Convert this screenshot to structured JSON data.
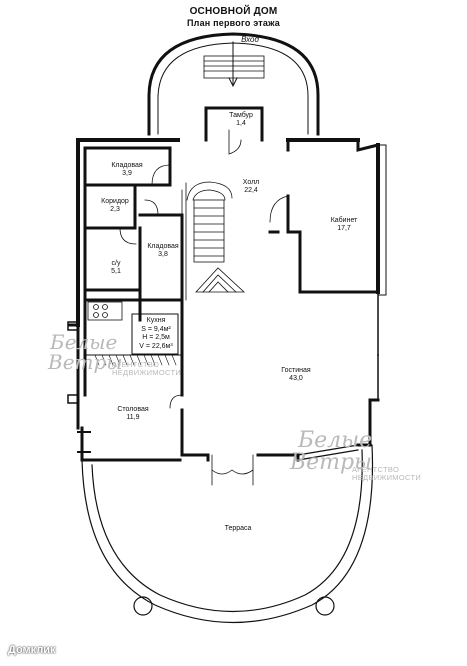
{
  "header": {
    "title": "ОСНОВНОЙ ДОМ",
    "subtitle": "План первого этажа"
  },
  "entrance_label": "Вход",
  "rooms": [
    {
      "id": "tambur",
      "name": "Тамбур",
      "area": "1,4"
    },
    {
      "id": "kladovaya1",
      "name": "Кладовая",
      "area": "3,9"
    },
    {
      "id": "holl",
      "name": "Холл",
      "area": "22,4"
    },
    {
      "id": "koridor",
      "name": "Коридор",
      "area": "2,3"
    },
    {
      "id": "kabinet",
      "name": "Кабинет",
      "area": "17,7"
    },
    {
      "id": "su",
      "name": "с/у",
      "area": "5,1"
    },
    {
      "id": "kladovaya2",
      "name": "Кладовая",
      "area": "3,8"
    },
    {
      "id": "gostinaya",
      "name": "Гостиная",
      "area": "43,0"
    },
    {
      "id": "stolovaya",
      "name": "Столовая",
      "area": "11,9"
    },
    {
      "id": "terrasa",
      "name": "Терраса",
      "area": ""
    }
  ],
  "kitchen": {
    "name": "Кухня",
    "s": "S = 9,4м²",
    "h": "H = 2,5м",
    "v": "V = 22,6м³"
  },
  "watermarks": [
    {
      "line1": "Белые",
      "line2": "Ветры",
      "sub1": "АГЕНТСТВО",
      "sub2": "НЕДВИЖИМОСТИ"
    },
    {
      "line1": "Белые",
      "line2": "Ветры",
      "sub1": "АГЕНТСТВО",
      "sub2": "НЕДВИЖИМОСТИ"
    }
  ],
  "brand": "Домклик"
}
